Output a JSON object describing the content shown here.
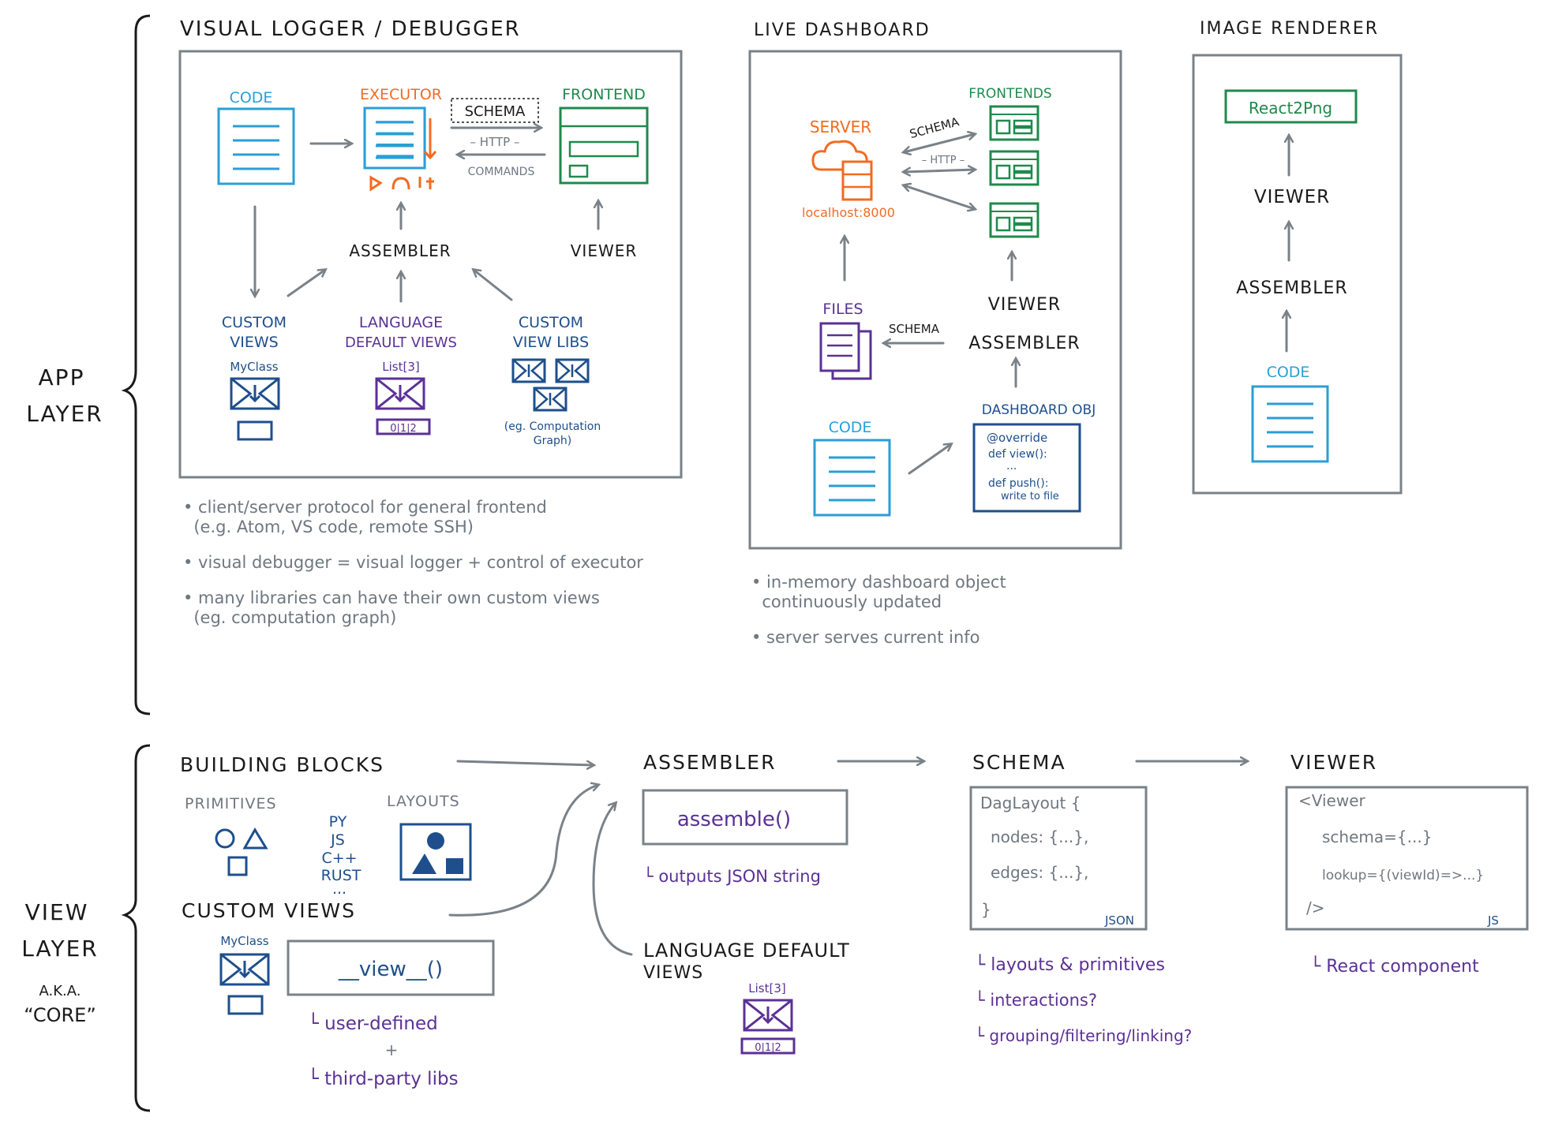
{
  "layers": {
    "app": "APP\nLAYER",
    "app_line1": "APP",
    "app_line2": "LAYER",
    "view_line1": "VIEW",
    "view_line2": "LAYER",
    "view_aka1": "A.K.A.",
    "view_aka2": "“CORE”"
  },
  "visual_logger": {
    "title": "VISUAL LOGGER / DEBUGGER",
    "code": "CODE",
    "executor": "EXECUTOR",
    "frontend": "FRONTEND",
    "schema": "SCHEMA",
    "http": "– HTTP –",
    "commands": "COMMANDS",
    "assembler": "ASSEMBLER",
    "viewer": "VIEWER",
    "custom_views_1": "CUSTOM",
    "custom_views_2": "VIEWS",
    "myclass": "MyClass",
    "lang_default_1": "LANGUAGE",
    "lang_default_2": "DEFAULT VIEWS",
    "list3": "List[3]",
    "list_cells": "0|1|2",
    "custom_libs_1": "CUSTOM",
    "custom_libs_2": "VIEW LIBS",
    "eg_1": "(eg. Computation",
    "eg_2": "Graph)",
    "notes": [
      "• client/server protocol for general frontend",
      "  (e.g. Atom, VS code, remote SSH)",
      "• visual debugger = visual logger + control of executor",
      "• many libraries can have their own custom views",
      "  (eg. computation graph)"
    ]
  },
  "live_dashboard": {
    "title": "LIVE DASHBOARD",
    "server": "SERVER",
    "localhost": "localhost:8000",
    "schema": "SCHEMA",
    "http": "– HTTP –",
    "frontends": "FRONTENDS",
    "files": "FILES",
    "schema2": "SCHEMA",
    "viewer": "VIEWER",
    "assembler": "ASSEMBLER",
    "code": "CODE",
    "dashboard_obj": "DASHBOARD OBJ",
    "obj_lines": [
      "@override",
      "def view():",
      "...",
      "def push():",
      "write to file"
    ],
    "notes": [
      "• in-memory dashboard object",
      "  continuously updated",
      "• server serves current info"
    ]
  },
  "image_renderer": {
    "title": "IMAGE RENDERER",
    "react2png": "React2Png",
    "viewer": "VIEWER",
    "assembler": "ASSEMBLER",
    "code": "CODE"
  },
  "view_layer": {
    "building_blocks": "BUILDING BLOCKS",
    "primitives": "PRIMITIVES",
    "layouts": "LAYOUTS",
    "langs": [
      "PY",
      "JS",
      "C++",
      "RUST",
      "..."
    ],
    "custom_views": "CUSTOM VIEWS",
    "myclass": "MyClass",
    "view_fn": "__view__()",
    "user_defined": "└ user-defined",
    "plus": "+",
    "third_party": "└ third-party libs",
    "assembler": "ASSEMBLER",
    "assemble_fn": "assemble()",
    "outputs": "└ outputs JSON string",
    "lang_default_1": "LANGUAGE DEFAULT",
    "lang_default_2": "VIEWS",
    "list3": "List[3]",
    "list_cells": "0|1|2",
    "schema": "SCHEMA",
    "schema_lines": [
      "DagLayout {",
      "nodes: {...},",
      "edges: {...},",
      "}"
    ],
    "json": "JSON",
    "schema_notes": [
      "└ layouts & primitives",
      "└ interactions?",
      "└ grouping/filtering/linking?"
    ],
    "viewer": "VIEWER",
    "viewer_lines": [
      "<Viewer",
      "schema={...}",
      "lookup={(viewId)=>...}",
      "/>"
    ],
    "js": "JS",
    "react_component": "└ React component"
  }
}
